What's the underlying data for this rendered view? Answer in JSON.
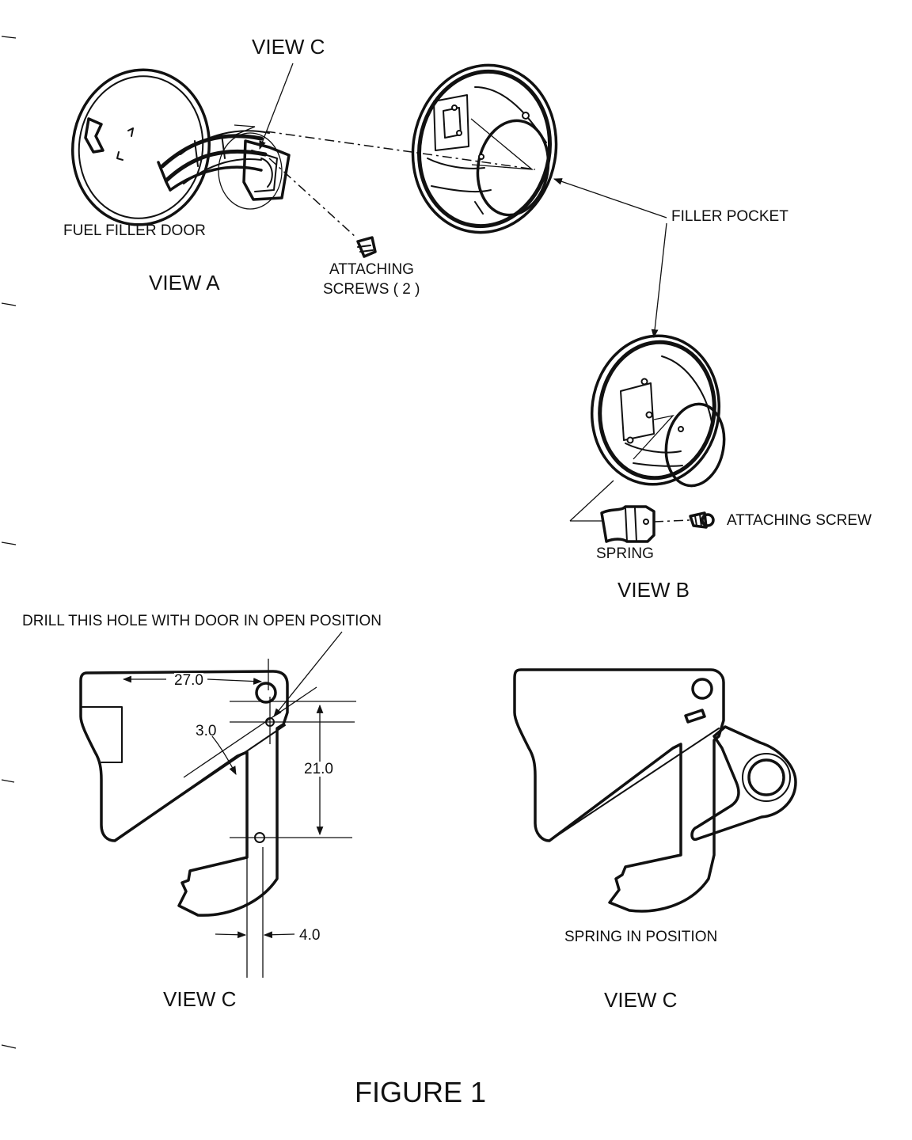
{
  "labels": {
    "view_c_top": "VIEW C",
    "fuel_filler_door": "FUEL FILLER DOOR",
    "view_a": "VIEW A",
    "attaching_screws_1": "ATTACHING",
    "attaching_screws_2": "SCREWS ( 2 )",
    "filler_pocket": "FILLER POCKET",
    "attaching_screw": "ATTACHING SCREW",
    "spring": "SPRING",
    "view_b": "VIEW B",
    "drill_note": "DRILL THIS HOLE WITH DOOR IN OPEN POSITION",
    "view_c_left": "VIEW C",
    "spring_in_position": "SPRING IN POSITION",
    "view_c_right": "VIEW C",
    "figure_title": "FIGURE 1"
  },
  "dimensions": {
    "d27": "27.0",
    "d3": "3.0",
    "d21": "21.0",
    "d4": "4.0"
  }
}
